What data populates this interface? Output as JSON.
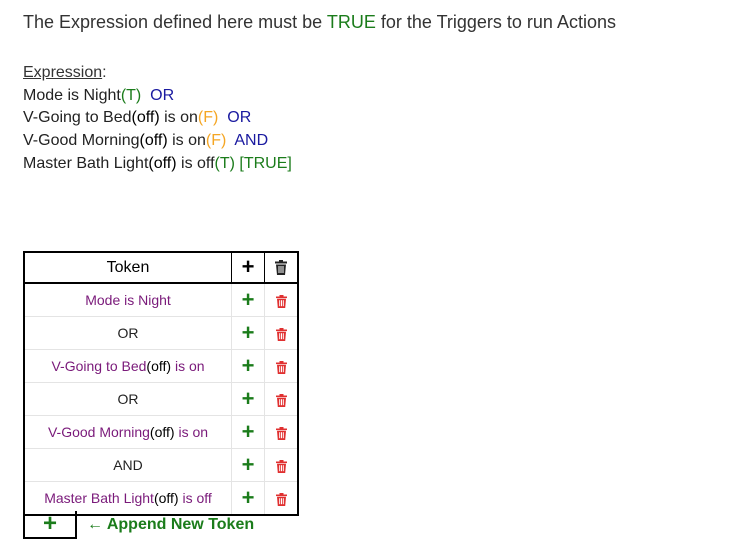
{
  "heading": {
    "prefix": "The Expression defined here must be ",
    "keyword": "TRUE",
    "suffix": " for the Triggers to run Actions"
  },
  "expression": {
    "label": "Expression",
    "colon": ":",
    "lines": [
      [
        {
          "t": "Mode is Night",
          "c": "plain"
        },
        {
          "t": "(T)",
          "c": "g"
        },
        {
          "t": "  OR",
          "c": "b"
        }
      ],
      [
        {
          "t": "V-Going to Bed",
          "c": "plain"
        },
        {
          "t": "(off)",
          "c": "k"
        },
        {
          "t": " is on",
          "c": "plain"
        },
        {
          "t": "(F)",
          "c": "o"
        },
        {
          "t": "  OR",
          "c": "b"
        }
      ],
      [
        {
          "t": "V-Good Morning",
          "c": "plain"
        },
        {
          "t": "(off)",
          "c": "k"
        },
        {
          "t": " is on",
          "c": "plain"
        },
        {
          "t": "(F)",
          "c": "o"
        },
        {
          "t": "  AND",
          "c": "b"
        }
      ],
      [
        {
          "t": "Master Bath Light",
          "c": "plain"
        },
        {
          "t": "(off)",
          "c": "k"
        },
        {
          "t": " is off",
          "c": "plain"
        },
        {
          "t": "(T) [TRUE]",
          "c": "g"
        }
      ]
    ]
  },
  "token_table": {
    "header": "Token",
    "header_add_icon": "plus-icon",
    "header_delete_icon": "trash-icon",
    "rows": [
      {
        "parts": [
          {
            "t": "Mode is Night",
            "c": "purple"
          }
        ]
      },
      {
        "parts": [
          {
            "t": "OR",
            "c": "plain"
          }
        ]
      },
      {
        "parts": [
          {
            "t": "V-Going to Bed",
            "c": "purple"
          },
          {
            "t": "(off)",
            "c": "k"
          },
          {
            "t": " is on",
            "c": "purple"
          }
        ]
      },
      {
        "parts": [
          {
            "t": "OR",
            "c": "plain"
          }
        ]
      },
      {
        "parts": [
          {
            "t": "V-Good Morning",
            "c": "purple"
          },
          {
            "t": "(off)",
            "c": "k"
          },
          {
            "t": " is on",
            "c": "purple"
          }
        ]
      },
      {
        "parts": [
          {
            "t": "AND",
            "c": "plain"
          }
        ]
      },
      {
        "parts": [
          {
            "t": "Master Bath Light",
            "c": "purple"
          },
          {
            "t": "(off)",
            "c": "k"
          },
          {
            "t": " is off",
            "c": "purple"
          }
        ]
      }
    ]
  },
  "append": {
    "button_symbol": "+",
    "label": "← Append New Token"
  },
  "colors": {
    "green": "#1b7c1b",
    "orange": "#f5a623",
    "blue": "#1a1aa0",
    "purple": "#7a1a7a",
    "red": "#e03030"
  }
}
